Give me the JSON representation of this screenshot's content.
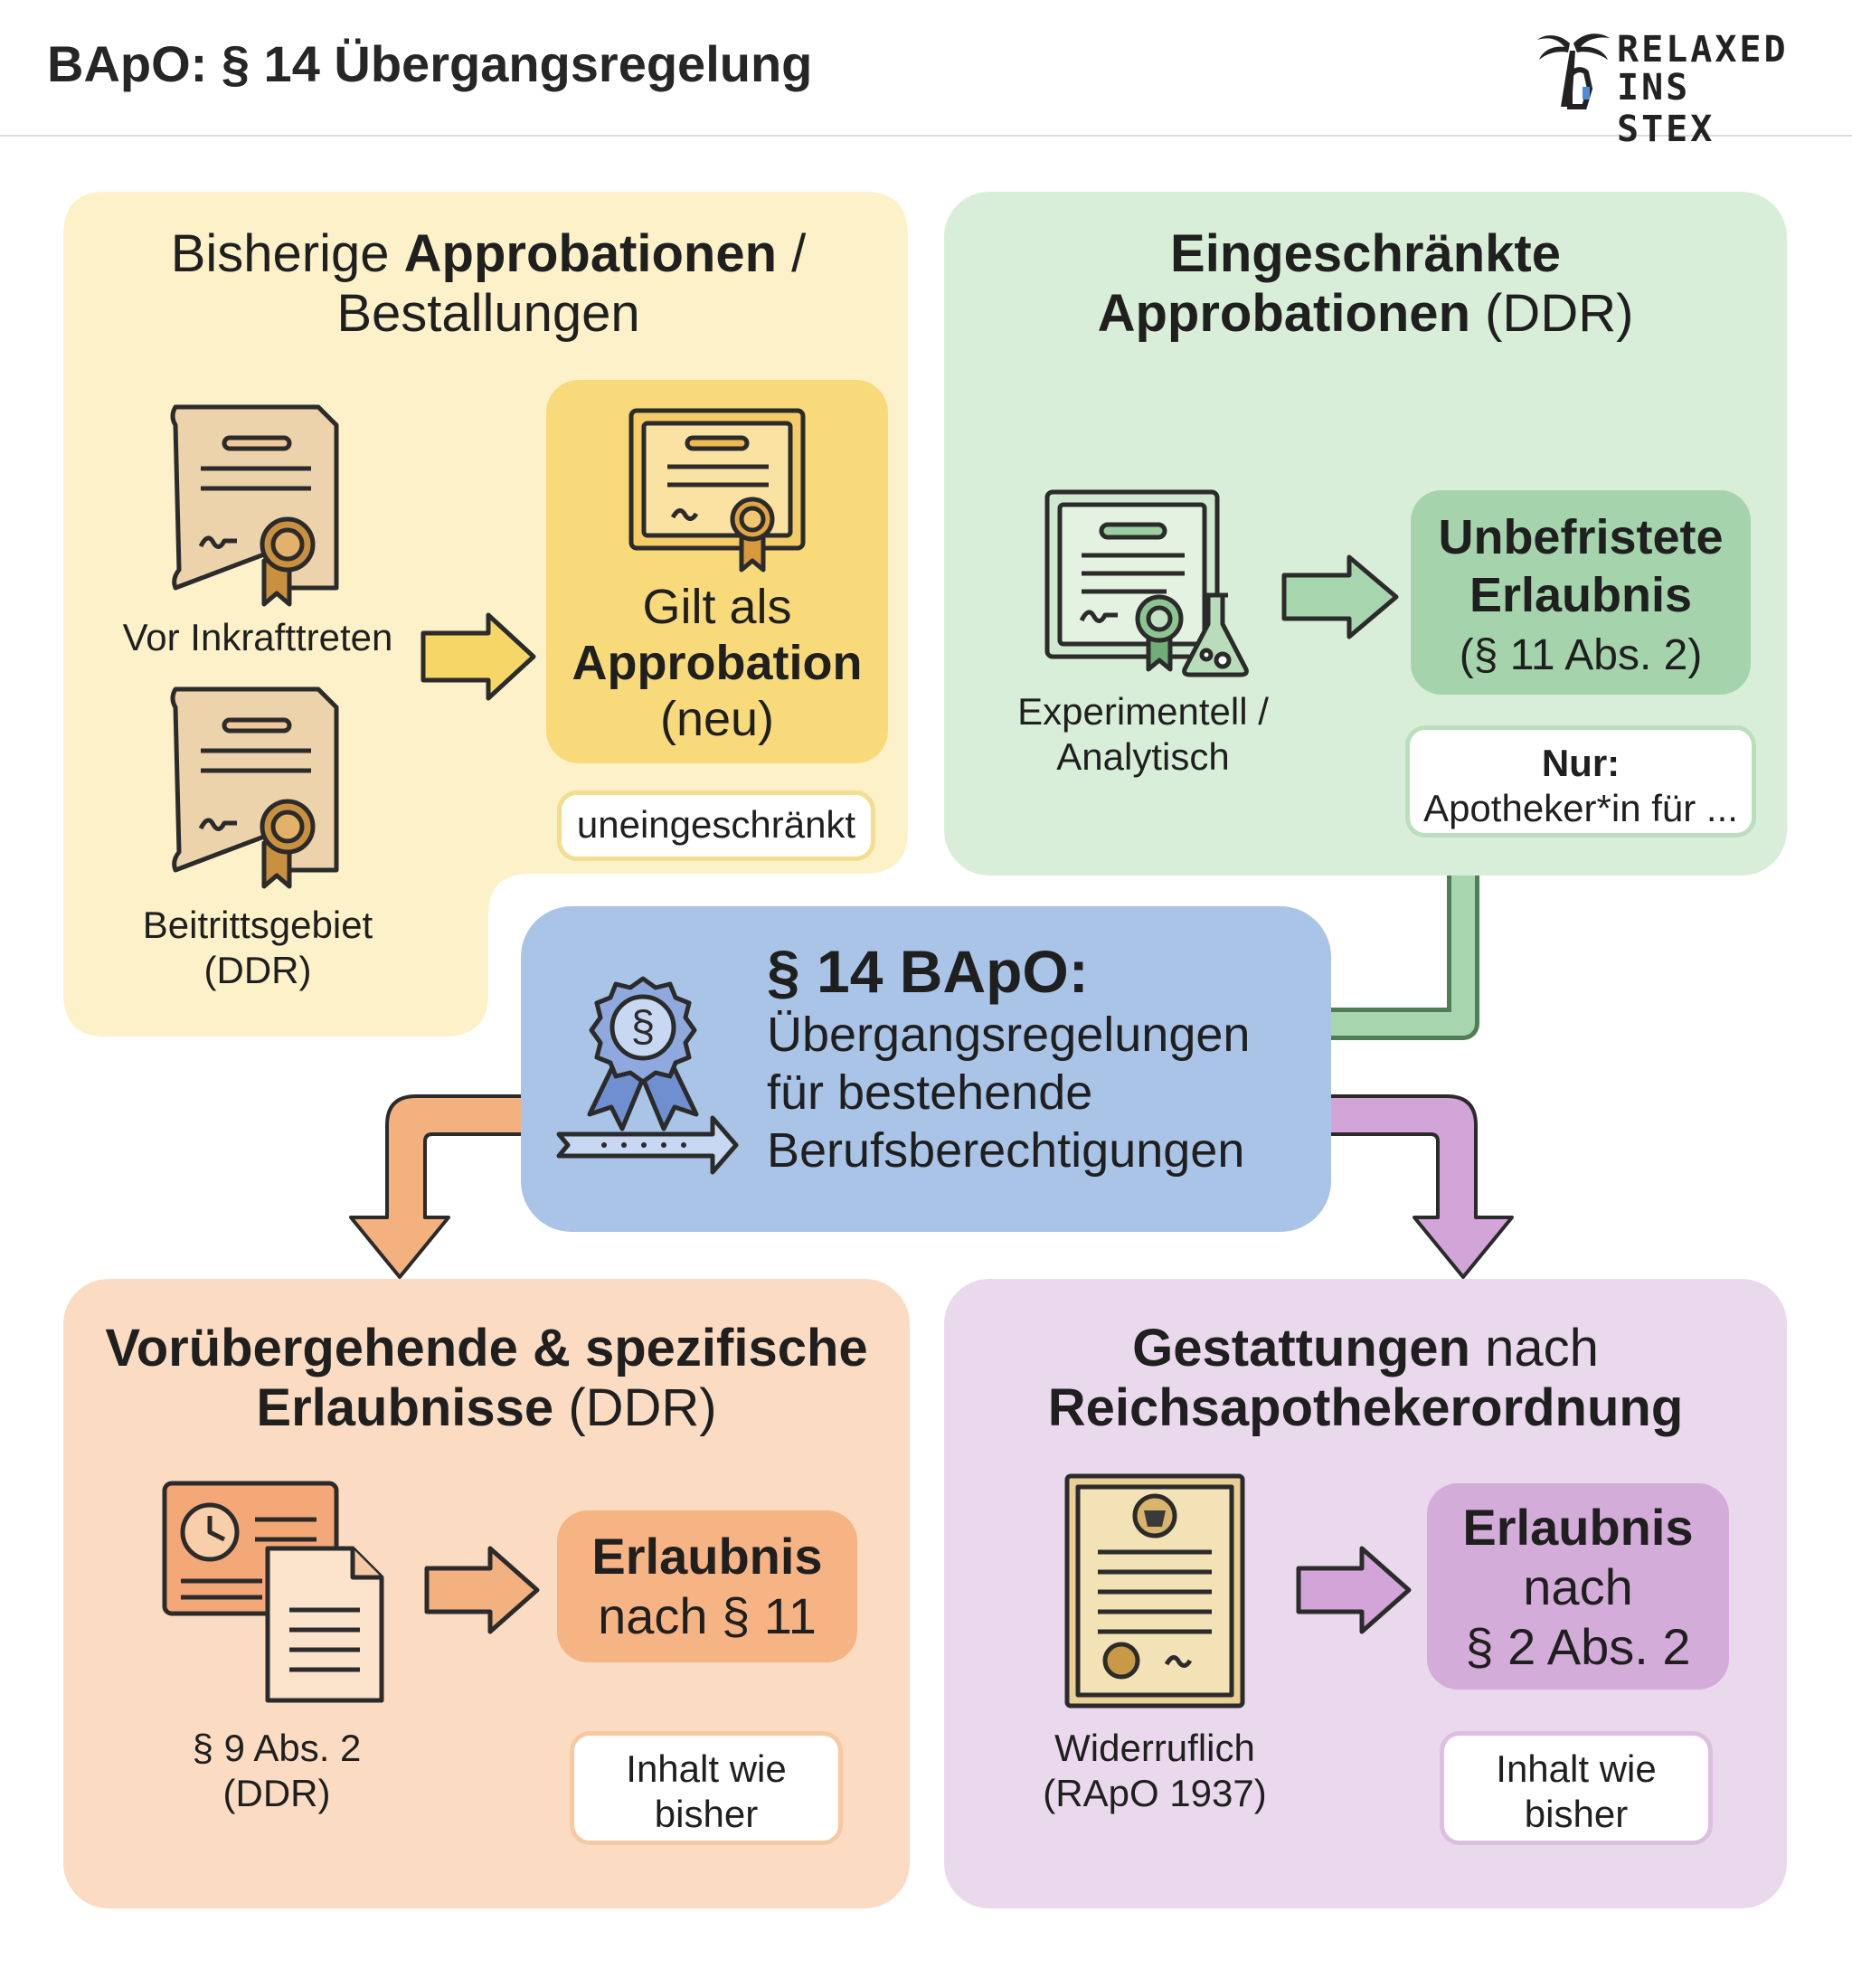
{
  "header": {
    "title": "BApO: § 14 Übergangsregelung",
    "logo": {
      "line1": "RELAXED",
      "line2": "INS STEX",
      "icon": "palm-reader-logo-icon"
    }
  },
  "colors": {
    "yellow_panel": "#fcf1c9",
    "yellow_box": "#f8da7a",
    "yellow_arrow": "#f5d667",
    "green_panel": "#d9eed9",
    "green_box": "#a4d3ac",
    "green_arrow": "#a7d6ae",
    "blue_box": "#a9c4e6",
    "orange_panel": "#fbdcc3",
    "orange_box": "#f6b383",
    "orange_arrow": "#f4b180",
    "purple_panel": "#ead9ec",
    "purple_box": "#d4acd9",
    "purple_arrow": "#d2a4d8"
  },
  "top_left": {
    "title_part1": "Bisherige ",
    "title_bold": "Approbationen",
    "title_part2": " /",
    "title_line2": "Bestallungen",
    "item1_label": "Vor Inkrafttreten",
    "item2_label_line1": "Beitrittsgebiet",
    "item2_label_line2": "(DDR)",
    "result_line1": "Gilt als",
    "result_line2": "Approbation",
    "result_line3": "(neu)",
    "callout": "uneingeschränkt"
  },
  "top_right": {
    "title_line1": "Eingeschränkte",
    "title_line2_bold": "Approbationen",
    "title_line2_rest": " (DDR)",
    "item_label_line1": "Experimentell /",
    "item_label_line2": "Analytisch",
    "result_line1": "Unbefristete",
    "result_line2": "Erlaubnis",
    "result_line3": "(§ 11 Abs. 2)",
    "callout_bold": "Nur:",
    "callout_text": "Apotheker*in für ..."
  },
  "center": {
    "title": "§ 14 BApO:",
    "line1": "Übergangsregelungen",
    "line2": "für bestehende",
    "line3": "Berufsberechtigungen",
    "seal_symbol": "§"
  },
  "bottom_left": {
    "title_line1": "Vorübergehende & spezifische",
    "title_line2_bold": "Erlaubnisse",
    "title_line2_rest": " (DDR)",
    "item_label_line1": "§ 9 Abs. 2",
    "item_label_line2": "(DDR)",
    "result_line1": "Erlaubnis",
    "result_line2": "nach § 11",
    "callout_line1": "Inhalt wie",
    "callout_line2": "bisher"
  },
  "bottom_right": {
    "title_line1_bold": "Gestattungen",
    "title_line1_rest": " nach",
    "title_line2": "Reichsapothekerordnung",
    "item_label_line1": "Widerruflich",
    "item_label_line2": "(RApO 1937)",
    "result_line1": "Erlaubnis",
    "result_line2": "nach",
    "result_line3": "§ 2 Abs. 2",
    "callout_line1": "Inhalt wie",
    "callout_line2": "bisher"
  }
}
